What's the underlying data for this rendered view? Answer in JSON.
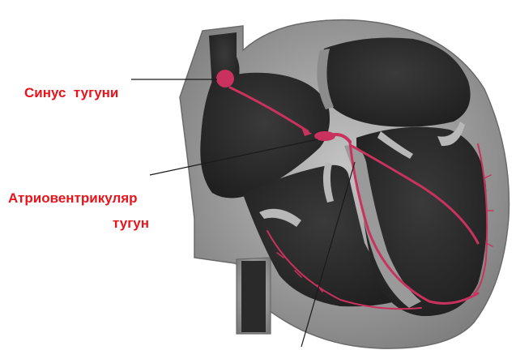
{
  "labels": {
    "sinus_node": "Синус  тугуни",
    "av_node_line1": "Атриовентрикуляр",
    "av_node_line2": "тугун"
  },
  "colors": {
    "label_text": "#e8141c",
    "conduction_path": "#c9325e",
    "heart_wall": "#9a9a9a",
    "heart_chamber": "#2b2b2b",
    "leader_line": "#1a1a1a"
  }
}
